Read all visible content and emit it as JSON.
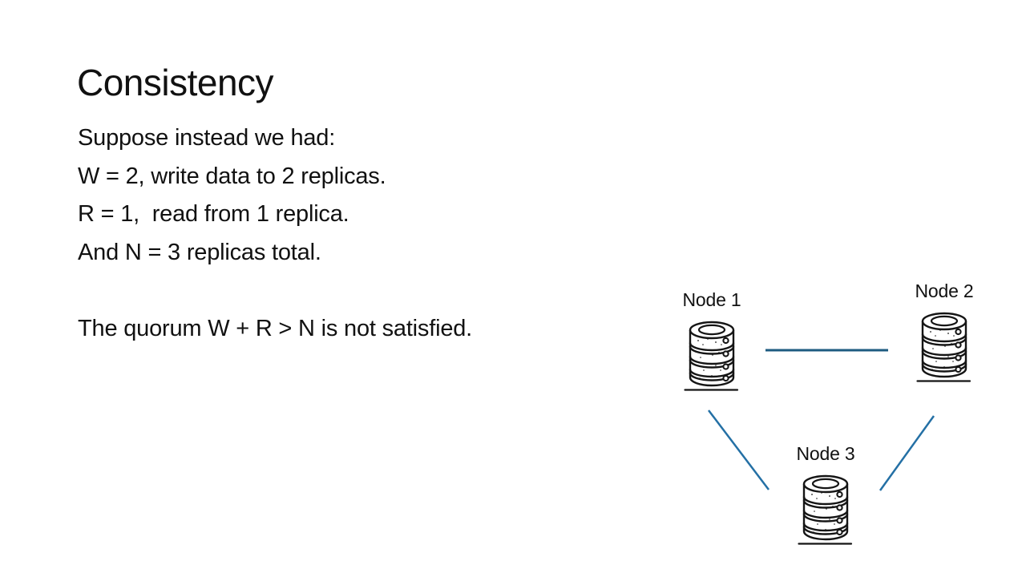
{
  "slide": {
    "title": "Consistency",
    "body_lines": [
      "Suppose instead we had:",
      "W = 2, write data to 2 replicas.",
      "R = 1,  read from 1 replica.",
      "And N = 3 replicas total."
    ],
    "conclusion": "The quorum W + R > N is not satisfied."
  },
  "diagram": {
    "nodes": [
      {
        "label": "Node 1",
        "icon": "database-icon"
      },
      {
        "label": "Node 2",
        "icon": "database-icon"
      },
      {
        "label": "Node 3",
        "icon": "database-icon"
      }
    ],
    "connections": [
      {
        "from": "Node 1",
        "to": "Node 2",
        "style": "horizontal"
      },
      {
        "from": "Node 1",
        "to": "Node 3",
        "style": "diagonal"
      },
      {
        "from": "Node 2",
        "to": "Node 3",
        "style": "diagonal"
      }
    ]
  },
  "colors": {
    "text": "#111111",
    "connector-horizontal": "#1E5B80",
    "connector-diagonal": "#2470A5",
    "icon-stroke": "#151515",
    "bg": "#ffffff"
  }
}
